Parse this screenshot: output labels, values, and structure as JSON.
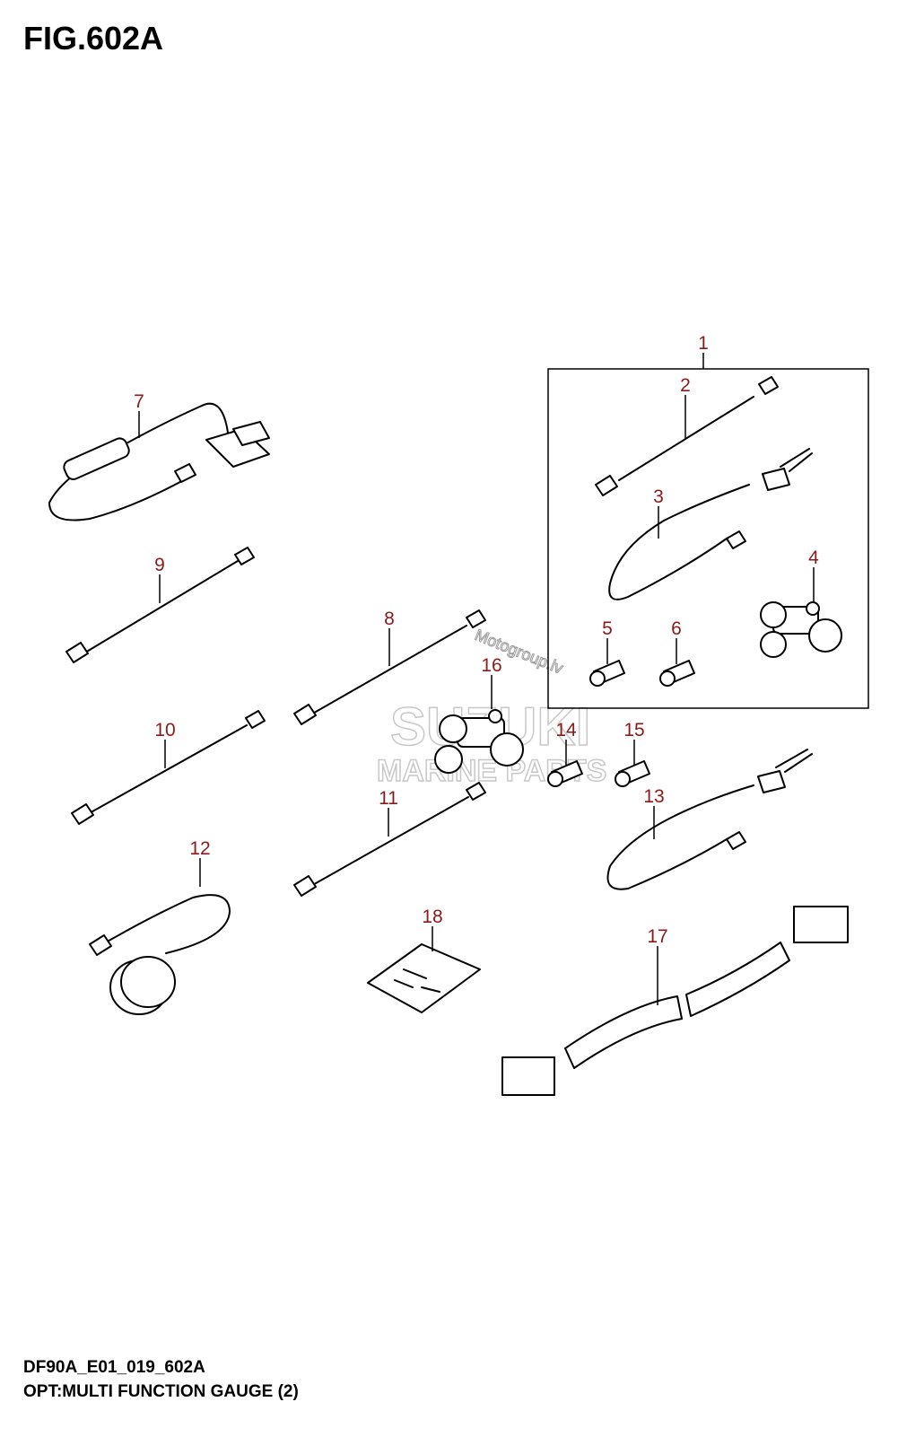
{
  "figure": {
    "title": "FIG.602A",
    "code": "DF90A_E01_019_602A",
    "description": "OPT:MULTI FUNCTION GAUGE (2)"
  },
  "watermark": {
    "line1": "SUZUKI",
    "line2": "MARINE PARTS",
    "stamp": "Motogroup.lv"
  },
  "callouts": [
    {
      "id": "1",
      "label": "1"
    },
    {
      "id": "2",
      "label": "2"
    },
    {
      "id": "3",
      "label": "3"
    },
    {
      "id": "4",
      "label": "4"
    },
    {
      "id": "5",
      "label": "5"
    },
    {
      "id": "6",
      "label": "6"
    },
    {
      "id": "7",
      "label": "7"
    },
    {
      "id": "8",
      "label": "8"
    },
    {
      "id": "9",
      "label": "9"
    },
    {
      "id": "10",
      "label": "10"
    },
    {
      "id": "11",
      "label": "11"
    },
    {
      "id": "12",
      "label": "12"
    },
    {
      "id": "13",
      "label": "13"
    },
    {
      "id": "14",
      "label": "14"
    },
    {
      "id": "15",
      "label": "15"
    },
    {
      "id": "16",
      "label": "16"
    },
    {
      "id": "17",
      "label": "17"
    },
    {
      "id": "18",
      "label": "18"
    }
  ],
  "colors": {
    "callout": "#8b1a1a",
    "line": "#000000",
    "watermark": "#c8c8c8"
  }
}
